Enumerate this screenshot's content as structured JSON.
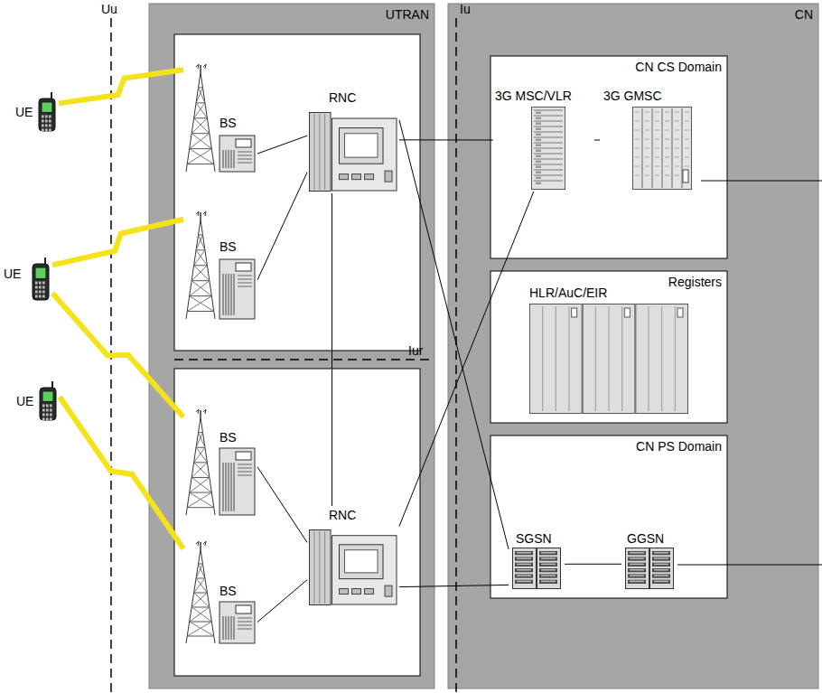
{
  "diagram": {
    "nodes": [
      {
        "text": [
          "UE"
        ]
      },
      {
        "text": [
          "UE"
        ]
      },
      {
        "text": [
          "UE"
        ]
      },
      {
        "text": [
          "UTRAN"
        ]
      },
      {
        "text": [
          "BS"
        ],
        "in": 3
      },
      {
        "text": [
          "BS"
        ],
        "in": 3
      },
      {
        "text": [
          "RNC"
        ],
        "in": 3
      },
      {
        "text": [
          "BS"
        ],
        "in": 3
      },
      {
        "text": [
          "BS"
        ],
        "in": 3
      },
      {
        "text": [
          "RNC"
        ],
        "in": 3
      },
      {
        "text": [
          "CN"
        ]
      },
      {
        "text": [
          "CN CS Domain"
        ],
        "in": 10
      },
      {
        "text": [
          "3G MSC/VLR"
        ],
        "in": 11
      },
      {
        "text": [
          "3G GMSC"
        ],
        "in": 11
      },
      {
        "text": [
          "Registers"
        ],
        "in": 10
      },
      {
        "text": [
          "HLR/AuC/EIR"
        ],
        "in": 14
      },
      {
        "text": [
          "CN PS Domain"
        ],
        "in": 10
      },
      {
        "text": [
          "SGSN"
        ],
        "in": 16
      },
      {
        "text": [
          "GGSN"
        ],
        "in": 16
      }
    ],
    "edges": [
      {
        "from": 0,
        "to": 4,
        "arrow": "none"
      },
      {
        "from": 1,
        "to": 5,
        "arrow": "none"
      },
      {
        "from": 1,
        "to": 7,
        "arrow": "none"
      },
      {
        "from": 2,
        "to": 8,
        "arrow": "none"
      },
      {
        "from": 4,
        "to": 6,
        "arrow": "none"
      },
      {
        "from": 5,
        "to": 6,
        "arrow": "none"
      },
      {
        "from": 7,
        "to": 9,
        "arrow": "none"
      },
      {
        "from": 8,
        "to": 9,
        "arrow": "none"
      },
      {
        "from": 6,
        "to": 9,
        "arrow": "none"
      },
      {
        "from": 6,
        "to": 12,
        "arrow": "none"
      },
      {
        "from": 6,
        "to": 17,
        "arrow": "none"
      },
      {
        "from": 9,
        "to": 12,
        "arrow": "none"
      },
      {
        "from": 9,
        "to": 17,
        "arrow": "none"
      },
      {
        "from": 12,
        "to": 13,
        "arrow": "none"
      },
      {
        "from": 17,
        "to": 18,
        "arrow": "none"
      }
    ],
    "labels": [
      "Uu",
      "Iu",
      "Iur"
    ]
  }
}
